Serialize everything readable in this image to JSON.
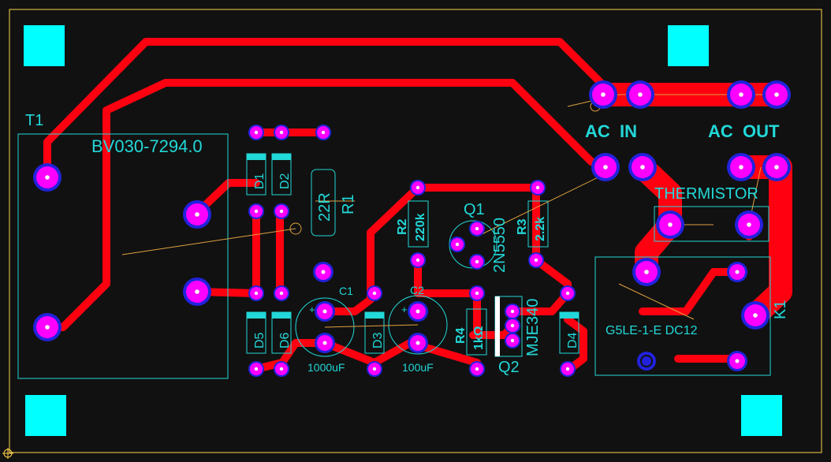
{
  "board": {
    "background_color": "#111111",
    "outline_color": "#ffd24a",
    "trace_color": "#ff0010",
    "pad_color": "#ff00ff",
    "drill_color": "#2222dd",
    "silk_color": "#22d8d8",
    "ratsnest_color": "#e0a040",
    "mounting_hole_color": "#00ffff"
  },
  "labels": {
    "transformer_ref": "T1",
    "transformer_part": "BV030-7294.0",
    "ac_in": "AC  IN",
    "ac_out": "AC  OUT",
    "thermistor": "THERMISTOR",
    "d1": "D1",
    "d2": "D2",
    "d3": "D3",
    "d4": "D4",
    "d5": "D5",
    "d6": "D6",
    "r1_ref": "R1",
    "r1_value": "22R",
    "r2_ref": "R2",
    "r2_value": "220k",
    "r3_ref": "R3",
    "r3_value": "2.2k",
    "r4_ref": "R4",
    "r4_value": "1kΩ",
    "q1_ref": "Q1",
    "q1_part": "2N5550",
    "q2_ref": "Q2",
    "q2_part": "MJE340",
    "c1_ref": "C1",
    "c1_value": "1000uF",
    "c2_ref": "C2",
    "c2_value": "100uF",
    "relay_ref": "K1",
    "relay_part": "G5LE-1-E DC12",
    "c1_plus": "+",
    "c2_plus": "+"
  }
}
